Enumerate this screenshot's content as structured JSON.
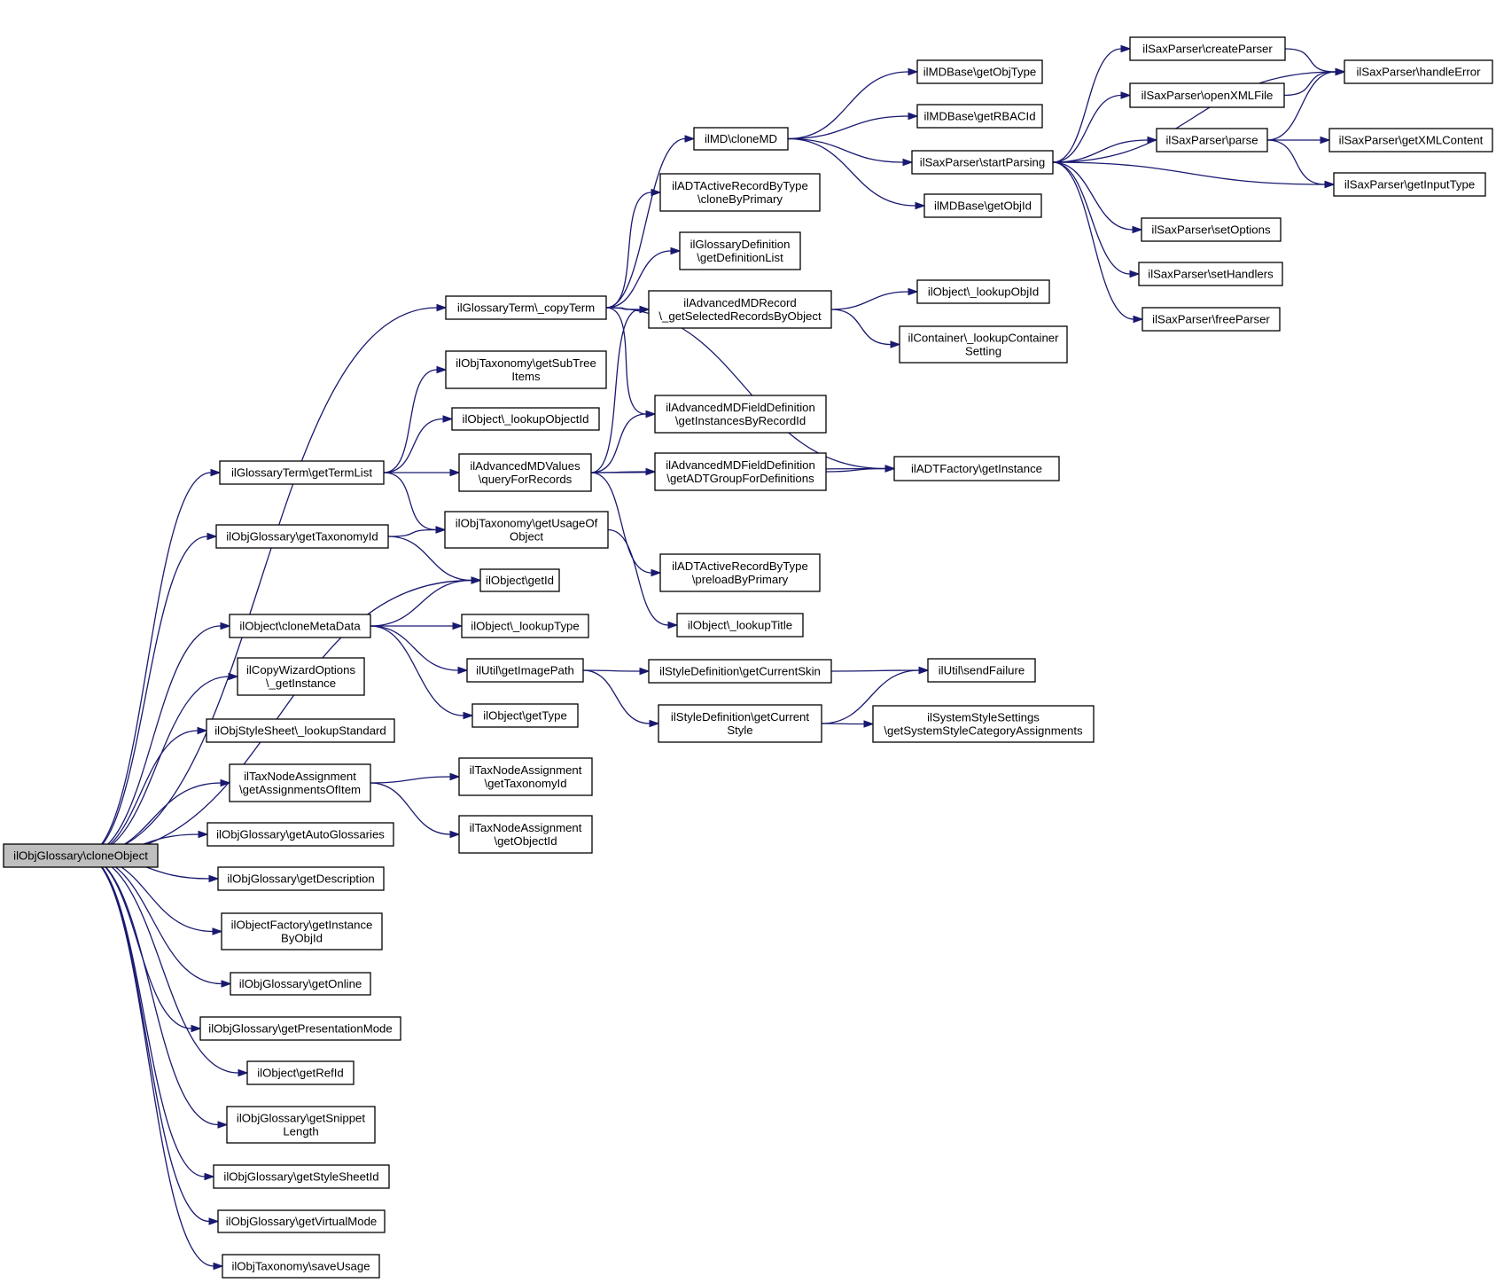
{
  "graph": {
    "nodes": [
      {
        "id": "root",
        "lines": [
          "ilObjGlossary\\cloneObject"
        ],
        "root": true
      },
      {
        "id": "copyTerm",
        "lines": [
          "ilGlossaryTerm\\_copyTerm"
        ]
      },
      {
        "id": "getTermList",
        "lines": [
          "ilGlossaryTerm\\getTermList"
        ]
      },
      {
        "id": "getTaxonomyId",
        "lines": [
          "ilObjGlossary\\getTaxonomyId"
        ]
      },
      {
        "id": "getId",
        "lines": [
          "ilObject\\getId"
        ]
      },
      {
        "id": "cloneMetaData",
        "lines": [
          "ilObject\\cloneMetaData"
        ]
      },
      {
        "id": "copyWizard",
        "lines": [
          "ilCopyWizardOptions",
          "\\_getInstance"
        ]
      },
      {
        "id": "lookupStandard",
        "lines": [
          "ilObjStyleSheet\\_lookupStandard"
        ]
      },
      {
        "id": "getAssignmentsOfItem",
        "lines": [
          "ilTaxNodeAssignment",
          "\\getAssignmentsOfItem"
        ]
      },
      {
        "id": "getAutoGlossaries",
        "lines": [
          "ilObjGlossary\\getAutoGlossaries"
        ]
      },
      {
        "id": "getDescription",
        "lines": [
          "ilObjGlossary\\getDescription"
        ]
      },
      {
        "id": "getInstanceByObjId",
        "lines": [
          "ilObjectFactory\\getInstance",
          "ByObjId"
        ]
      },
      {
        "id": "getOnline",
        "lines": [
          "ilObjGlossary\\getOnline"
        ]
      },
      {
        "id": "getPresentationMode",
        "lines": [
          "ilObjGlossary\\getPresentationMode"
        ]
      },
      {
        "id": "getRefId",
        "lines": [
          "ilObject\\getRefId"
        ]
      },
      {
        "id": "getSnippetLength",
        "lines": [
          "ilObjGlossary\\getSnippet",
          "Length"
        ]
      },
      {
        "id": "getStyleSheetId",
        "lines": [
          "ilObjGlossary\\getStyleSheetId"
        ]
      },
      {
        "id": "getVirtualMode",
        "lines": [
          "ilObjGlossary\\getVirtualMode"
        ]
      },
      {
        "id": "saveUsage",
        "lines": [
          "ilObjTaxonomy\\saveUsage"
        ]
      },
      {
        "id": "getSubTreeItems",
        "lines": [
          "ilObjTaxonomy\\getSubTree",
          "Items"
        ]
      },
      {
        "id": "lookupObjectId",
        "lines": [
          "ilObject\\_lookupObjectId"
        ]
      },
      {
        "id": "queryForRecords",
        "lines": [
          "ilAdvancedMDValues",
          "\\queryForRecords"
        ]
      },
      {
        "id": "getUsageOfObject",
        "lines": [
          "ilObjTaxonomy\\getUsageOf",
          "Object"
        ]
      },
      {
        "id": "lookupType",
        "lines": [
          "ilObject\\_lookupType"
        ]
      },
      {
        "id": "getImagePath",
        "lines": [
          "ilUtil\\getImagePath"
        ]
      },
      {
        "id": "getType",
        "lines": [
          "ilObject\\getType"
        ]
      },
      {
        "id": "taxGetTaxonomyId",
        "lines": [
          "ilTaxNodeAssignment",
          "\\getTaxonomyId"
        ]
      },
      {
        "id": "taxGetObjectId",
        "lines": [
          "ilTaxNodeAssignment",
          "\\getObjectId"
        ]
      },
      {
        "id": "cloneMD",
        "lines": [
          "ilMD\\cloneMD"
        ]
      },
      {
        "id": "cloneByPrimary",
        "lines": [
          "ilADTActiveRecordByType",
          "\\cloneByPrimary"
        ]
      },
      {
        "id": "getDefinitionList",
        "lines": [
          "ilGlossaryDefinition",
          "\\getDefinitionList"
        ]
      },
      {
        "id": "getSelectedRecords",
        "lines": [
          "ilAdvancedMDRecord",
          "\\_getSelectedRecordsByObject"
        ]
      },
      {
        "id": "getInstancesByRecordId",
        "lines": [
          "ilAdvancedMDFieldDefinition",
          "\\getInstancesByRecordId"
        ]
      },
      {
        "id": "getADTGroup",
        "lines": [
          "ilAdvancedMDFieldDefinition",
          "\\getADTGroupForDefinitions"
        ]
      },
      {
        "id": "preloadByPrimary",
        "lines": [
          "ilADTActiveRecordByType",
          "\\preloadByPrimary"
        ]
      },
      {
        "id": "lookupTitle",
        "lines": [
          "ilObject\\_lookupTitle"
        ]
      },
      {
        "id": "getCurrentSkin",
        "lines": [
          "ilStyleDefinition\\getCurrentSkin"
        ]
      },
      {
        "id": "getCurrentStyle",
        "lines": [
          "ilStyleDefinition\\getCurrent",
          "Style"
        ]
      },
      {
        "id": "getObjType",
        "lines": [
          "ilMDBase\\getObjType"
        ]
      },
      {
        "id": "getRBACId",
        "lines": [
          "ilMDBase\\getRBACId"
        ]
      },
      {
        "id": "startParsing",
        "lines": [
          "ilSaxParser\\startParsing"
        ]
      },
      {
        "id": "mdGetObjId",
        "lines": [
          "ilMDBase\\getObjId"
        ]
      },
      {
        "id": "lookupObjId",
        "lines": [
          "ilObject\\_lookupObjId"
        ]
      },
      {
        "id": "lookupContainerSetting",
        "lines": [
          "ilContainer\\_lookupContainer",
          "Setting"
        ]
      },
      {
        "id": "adtGetInstance",
        "lines": [
          "ilADTFactory\\getInstance"
        ]
      },
      {
        "id": "sendFailure",
        "lines": [
          "ilUtil\\sendFailure"
        ]
      },
      {
        "id": "getSystemStyleCategory",
        "lines": [
          "ilSystemStyleSettings",
          "\\getSystemStyleCategoryAssignments"
        ]
      },
      {
        "id": "createParser",
        "lines": [
          "ilSaxParser\\createParser"
        ]
      },
      {
        "id": "openXMLFile",
        "lines": [
          "ilSaxParser\\openXMLFile"
        ]
      },
      {
        "id": "parse",
        "lines": [
          "ilSaxParser\\parse"
        ]
      },
      {
        "id": "setOptions",
        "lines": [
          "ilSaxParser\\setOptions"
        ]
      },
      {
        "id": "setHandlers",
        "lines": [
          "ilSaxParser\\setHandlers"
        ]
      },
      {
        "id": "freeParser",
        "lines": [
          "ilSaxParser\\freeParser"
        ]
      },
      {
        "id": "handleError",
        "lines": [
          "ilSaxParser\\handleError"
        ]
      },
      {
        "id": "getXMLContent",
        "lines": [
          "ilSaxParser\\getXMLContent"
        ]
      },
      {
        "id": "getInputType",
        "lines": [
          "ilSaxParser\\getInputType"
        ]
      }
    ],
    "edges": [
      [
        "root",
        "copyTerm"
      ],
      [
        "root",
        "getTermList"
      ],
      [
        "root",
        "getTaxonomyId"
      ],
      [
        "root",
        "getId"
      ],
      [
        "root",
        "cloneMetaData"
      ],
      [
        "root",
        "copyWizard"
      ],
      [
        "root",
        "lookupStandard"
      ],
      [
        "root",
        "getAssignmentsOfItem"
      ],
      [
        "root",
        "getAutoGlossaries"
      ],
      [
        "root",
        "getDescription"
      ],
      [
        "root",
        "getInstanceByObjId"
      ],
      [
        "root",
        "getOnline"
      ],
      [
        "root",
        "getPresentationMode"
      ],
      [
        "root",
        "getRefId"
      ],
      [
        "root",
        "getSnippetLength"
      ],
      [
        "root",
        "getStyleSheetId"
      ],
      [
        "root",
        "getVirtualMode"
      ],
      [
        "root",
        "saveUsage"
      ],
      [
        "copyTerm",
        "cloneMD"
      ],
      [
        "copyTerm",
        "cloneByPrimary"
      ],
      [
        "copyTerm",
        "getDefinitionList"
      ],
      [
        "copyTerm",
        "getSelectedRecords"
      ],
      [
        "copyTerm",
        "getInstancesByRecordId"
      ],
      [
        "copyTerm",
        "adtGetInstance"
      ],
      [
        "getTermList",
        "getSubTreeItems"
      ],
      [
        "getTermList",
        "lookupObjectId"
      ],
      [
        "getTermList",
        "queryForRecords"
      ],
      [
        "getTermList",
        "getUsageOfObject"
      ],
      [
        "getTaxonomyId",
        "getUsageOfObject"
      ],
      [
        "getTaxonomyId",
        "getId"
      ],
      [
        "cloneMetaData",
        "getId"
      ],
      [
        "cloneMetaData",
        "lookupType"
      ],
      [
        "cloneMetaData",
        "getImagePath"
      ],
      [
        "cloneMetaData",
        "getType"
      ],
      [
        "getAssignmentsOfItem",
        "taxGetTaxonomyId"
      ],
      [
        "getAssignmentsOfItem",
        "taxGetObjectId"
      ],
      [
        "queryForRecords",
        "getSelectedRecords"
      ],
      [
        "queryForRecords",
        "getInstancesByRecordId"
      ],
      [
        "queryForRecords",
        "getADTGroup"
      ],
      [
        "queryForRecords",
        "adtGetInstance"
      ],
      [
        "queryForRecords",
        "preloadByPrimary"
      ],
      [
        "getUsageOfObject",
        "lookupTitle"
      ],
      [
        "getImagePath",
        "getCurrentSkin"
      ],
      [
        "getImagePath",
        "getCurrentStyle"
      ],
      [
        "cloneMD",
        "getObjType"
      ],
      [
        "cloneMD",
        "getRBACId"
      ],
      [
        "cloneMD",
        "startParsing"
      ],
      [
        "cloneMD",
        "mdGetObjId"
      ],
      [
        "getSelectedRecords",
        "lookupObjId"
      ],
      [
        "getSelectedRecords",
        "lookupContainerSetting"
      ],
      [
        "getADTGroup",
        "adtGetInstance"
      ],
      [
        "getCurrentSkin",
        "sendFailure"
      ],
      [
        "getCurrentStyle",
        "sendFailure"
      ],
      [
        "getCurrentStyle",
        "getSystemStyleCategory"
      ],
      [
        "startParsing",
        "createParser"
      ],
      [
        "startParsing",
        "openXMLFile"
      ],
      [
        "startParsing",
        "parse"
      ],
      [
        "startParsing",
        "setOptions"
      ],
      [
        "startParsing",
        "setHandlers"
      ],
      [
        "startParsing",
        "freeParser"
      ],
      [
        "startParsing",
        "handleError"
      ],
      [
        "startParsing",
        "getInputType"
      ],
      [
        "createParser",
        "handleError"
      ],
      [
        "openXMLFile",
        "handleError"
      ],
      [
        "parse",
        "handleError"
      ],
      [
        "parse",
        "getXMLContent"
      ],
      [
        "parse",
        "getInputType"
      ]
    ]
  }
}
